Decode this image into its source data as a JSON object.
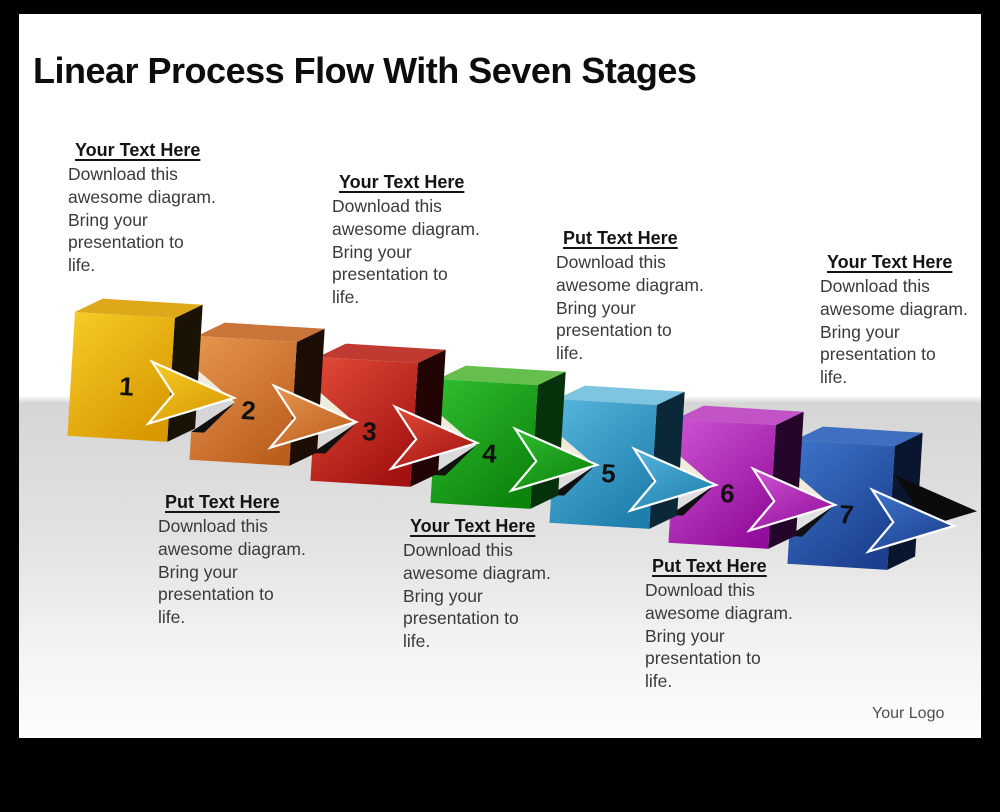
{
  "title": "Linear Process Flow With Seven Stages",
  "footer": {
    "logo": "Your Logo"
  },
  "callouts": [
    {
      "heading": "Your Text Here",
      "placement": "top",
      "body": "Download this\nawesome diagram.\nBring your\npresentation to\nlife."
    },
    {
      "heading": "Put Text Here",
      "placement": "bottom",
      "body": "Download this\nawesome diagram.\nBring your\npresentation to\nlife."
    },
    {
      "heading": "Your Text Here",
      "placement": "top",
      "body": "Download this\nawesome diagram.\nBring your\npresentation to\nlife."
    },
    {
      "heading": "Your Text Here",
      "placement": "bottom",
      "body": "Download this\nawesome diagram.\nBring your\npresentation to\nlife."
    },
    {
      "heading": "Put Text Here",
      "placement": "top",
      "body": "Download this\nawesome diagram.\nBring your\npresentation to\nlife."
    },
    {
      "heading": "Put Text Here",
      "placement": "bottom",
      "body": "Download this\nawesome diagram.\nBring your\npresentation to\nlife."
    },
    {
      "heading": "Your Text Here",
      "placement": "top",
      "body": "Download this\nawesome diagram.\nBring your\npresentation to\nlife."
    }
  ],
  "stages": [
    {
      "number": "1",
      "front_light": "#F6CB25",
      "front_dark": "#D79800",
      "top_face": "#DDA819",
      "side_face": "#1A1204",
      "notch": false,
      "back_shadow": false
    },
    {
      "number": "2",
      "front_light": "#E6954F",
      "front_dark": "#BC5F1E",
      "top_face": "#C97438",
      "side_face": "#1C0E04",
      "notch": true,
      "back_shadow": false
    },
    {
      "number": "3",
      "front_light": "#E04A38",
      "front_dark": "#A31210",
      "top_face": "#C03A32",
      "side_face": "#230404",
      "notch": true,
      "back_shadow": false
    },
    {
      "number": "4",
      "front_light": "#2FBD2F",
      "front_dark": "#0C840C",
      "top_face": "#66BE4C",
      "side_face": "#05320A",
      "notch": true,
      "back_shadow": false
    },
    {
      "number": "5",
      "front_light": "#55B5DC",
      "front_dark": "#1F7EAC",
      "top_face": "#7EC5E0",
      "side_face": "#0A2837",
      "notch": true,
      "back_shadow": false
    },
    {
      "number": "6",
      "front_light": "#CC54D2",
      "front_dark": "#930D9B",
      "top_face": "#C253C6",
      "side_face": "#25062B",
      "notch": true,
      "back_shadow": false
    },
    {
      "number": "7",
      "front_light": "#3E74C9",
      "front_dark": "#1B3F8E",
      "top_face": "#3F6FBE",
      "side_face": "#0A1630",
      "notch": true,
      "back_shadow": true
    }
  ],
  "notch_colors": {
    "lit_inner": "#F0EBDA",
    "shadow_inner": "#101010",
    "back_dart": "#0B0B0B"
  }
}
